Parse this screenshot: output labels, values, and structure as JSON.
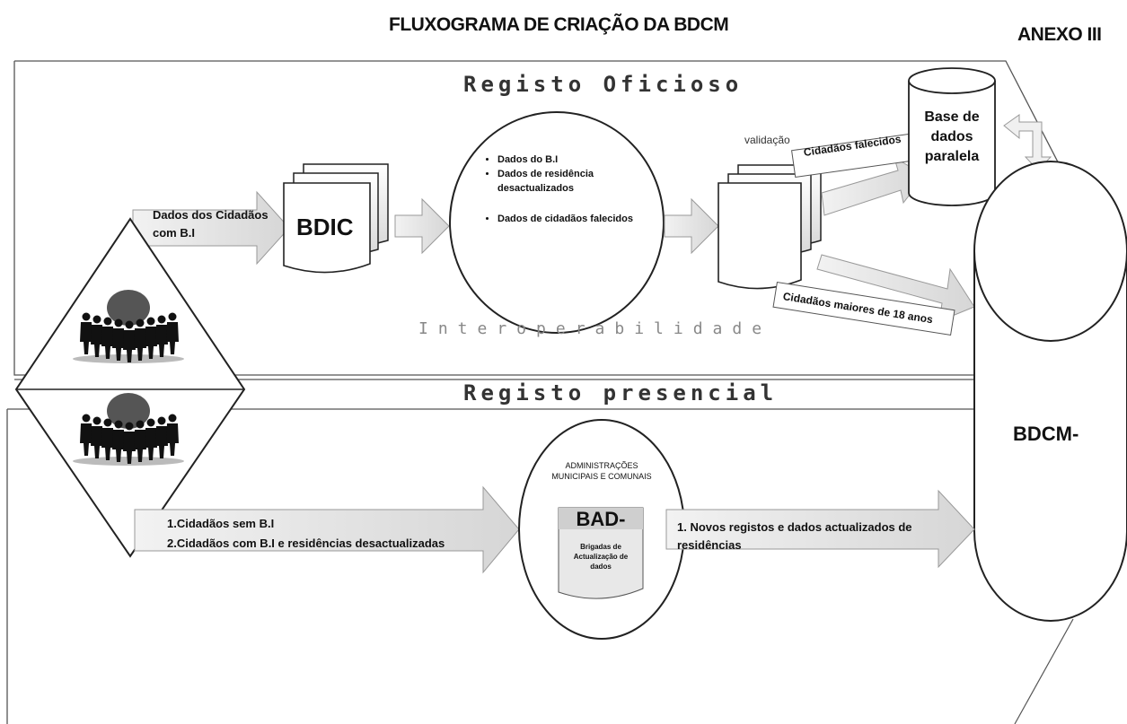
{
  "title": "FLUXOGRAMA DE CRIAÇÃO DA BDCM",
  "annex": "ANEXO III",
  "registo_oficioso": {
    "label": "Registo Oficioso",
    "input_label": "Dados dos Cidadãos com B.I",
    "bdic_label": "BDIC",
    "circle_items": [
      "Dados do B.I",
      "Dados de residência desactualizados",
      "Dados de cidadãos falecidos"
    ],
    "validation_label": "validação",
    "deceased_label": "Cidadãos falecidos",
    "adults_label": "Cidadãos maiores de 18 anos",
    "parallel_db_label": "Base de dados paralela",
    "interop_label": "Interoperabilidade"
  },
  "registo_presencial": {
    "label": "Registo presencial",
    "inputs": [
      "1.Cidadãos sem B.I",
      "2.Cidadãos com B.I e residências desactualizadas"
    ],
    "admin_label": "ADMINISTRAÇÕES MUNICIPAIS E COMUNAIS",
    "bad_label": "BAD-",
    "bad_sub": "Brigadas de Actualização de dados",
    "output_label": "1. Novos registos e dados actualizados de residências"
  },
  "bdcm_label": "BDCM-"
}
